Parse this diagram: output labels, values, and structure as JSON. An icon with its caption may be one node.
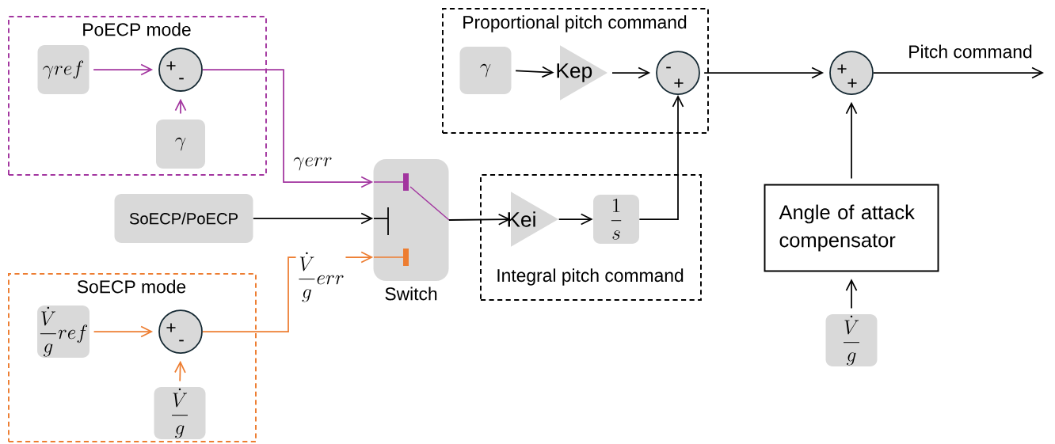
{
  "diagram": {
    "nodes": [
      {
        "text": [
          "PoECP mode"
        ]
      },
      {
        "text": [
          "\\gamma ref"
        ],
        "in": 0
      },
      {
        "text": [
          "+",
          "-"
        ],
        "in": 0
      },
      {
        "text": [
          "\\gamma"
        ],
        "in": 0
      },
      {
        "text": [
          "Proportional pitch command"
        ]
      },
      {
        "text": [
          "\\gamma"
        ],
        "in": 4
      },
      {
        "text": [
          "Kep"
        ],
        "in": 4
      },
      {
        "text": [
          "-",
          "+"
        ],
        "in": 4
      },
      {
        "text": [
          "+",
          "+"
        ]
      },
      {
        "text": [
          "Switch"
        ]
      },
      {
        "text": [
          "SoECP/PoECP"
        ]
      },
      {
        "text": [
          "Integral pitch command"
        ]
      },
      {
        "text": [
          "Kei"
        ],
        "in": 11
      },
      {
        "text": [
          "\\frac{1}{s}"
        ],
        "in": 11
      },
      {
        "text": [
          "Angle of attack compensator"
        ]
      },
      {
        "text": [
          "SoECP mode"
        ]
      },
      {
        "text": [
          "\\frac{\\dot{V}}{g} ref"
        ],
        "in": 15
      },
      {
        "text": [
          "+",
          "-"
        ],
        "in": 15
      },
      {
        "text": [
          "\\frac{\\dot{V}}{g}"
        ],
        "in": 15
      },
      {
        "text": [
          "\\frac{\\dot{V}}{g}"
        ]
      }
    ],
    "edges": [
      {
        "from": 1,
        "to": 2,
        "arrow": "to",
        "color": "#a2359f"
      },
      {
        "from": 3,
        "to": 2,
        "arrow": "to",
        "color": "#a2359f"
      },
      {
        "from": 2,
        "to": 9,
        "arrow": "to",
        "color": "#a2359f",
        "label": "\\gamma err"
      },
      {
        "from": 10,
        "to": 9,
        "arrow": "to"
      },
      {
        "from": 16,
        "to": 17,
        "arrow": "to",
        "color": "#ed7d31"
      },
      {
        "from": 18,
        "to": 17,
        "arrow": "to",
        "color": "#ed7d31"
      },
      {
        "from": 17,
        "to": 9,
        "arrow": "to",
        "color": "#ed7d31",
        "label": "\\frac{\\dot{V}}{g} err"
      },
      {
        "from": 9,
        "to": 12,
        "arrow": "to"
      },
      {
        "from": 12,
        "to": 13,
        "arrow": "to"
      },
      {
        "from": 13,
        "to": 7,
        "arrow": "to"
      },
      {
        "from": 5,
        "to": 6,
        "arrow": "to"
      },
      {
        "from": 6,
        "to": 7,
        "arrow": "to"
      },
      {
        "from": 7,
        "to": 8,
        "arrow": "to"
      },
      {
        "from": 14,
        "to": 8,
        "arrow": "to"
      },
      {
        "from": 19,
        "to": 14,
        "arrow": "to"
      },
      {
        "from": 8,
        "to": null,
        "arrow": "to",
        "label": "Pitch command"
      }
    ]
  }
}
